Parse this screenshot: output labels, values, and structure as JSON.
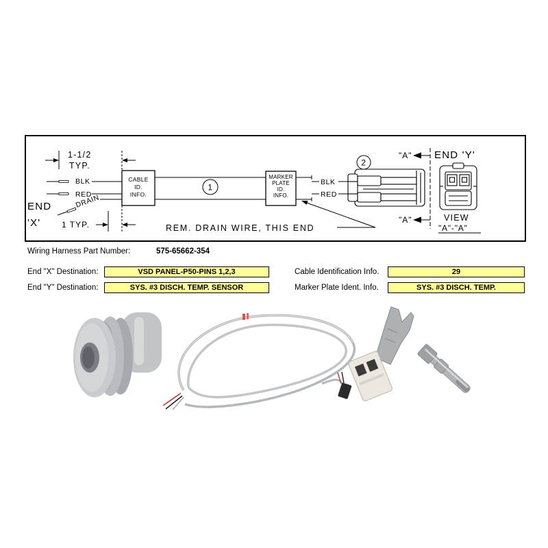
{
  "diagram": {
    "dim_top": {
      "value": "1-1/2",
      "note": "TYP."
    },
    "end_x": {
      "label": "END",
      "id": "'X'",
      "dim": "1 TYP."
    },
    "left_wires": {
      "blk": "BLK",
      "red": "RED",
      "drain": "DRAIN"
    },
    "cable_box": {
      "line1": "CABLE",
      "line2": "ID.",
      "line3": "INFO."
    },
    "item_1": "1",
    "marker_box": {
      "line1": "MARKER",
      "line2": "PLATE",
      "line3": "ID.",
      "line4": "INFO."
    },
    "right_wires": {
      "blk": "BLK",
      "red": "RED"
    },
    "item_2": "2",
    "section_top": "\"A\"",
    "section_bottom": "\"A\"",
    "end_y": "END 'Y'",
    "view": {
      "label": "VIEW",
      "id": "\"A\"-\"A\""
    },
    "note": "REM. DRAIN WIRE, THIS END"
  },
  "info": {
    "part_number_label": "Wiring Harness Part Number:",
    "part_number": "575-65662-354",
    "end_x_label": "End \"X\" Destination:",
    "end_x_value": "VSD PANEL-P50-PINS 1,2,3",
    "end_y_label": "End \"Y\" Destination:",
    "end_y_value": "SYS. #3 DISCH. TEMP. SENSOR",
    "cable_id_label": "Cable Identification Info.",
    "cable_id_value": "29",
    "marker_label": "Marker Plate Ident. Info.",
    "marker_value": "SYS. #3 DISCH. TEMP."
  },
  "colors": {
    "field_fill": "#ffff99",
    "line": "#000000"
  },
  "photos": [
    "grommet-seal-photo",
    "cable-assembly-photo",
    "connector-housing-photo",
    "crimp-terminal-photo"
  ]
}
